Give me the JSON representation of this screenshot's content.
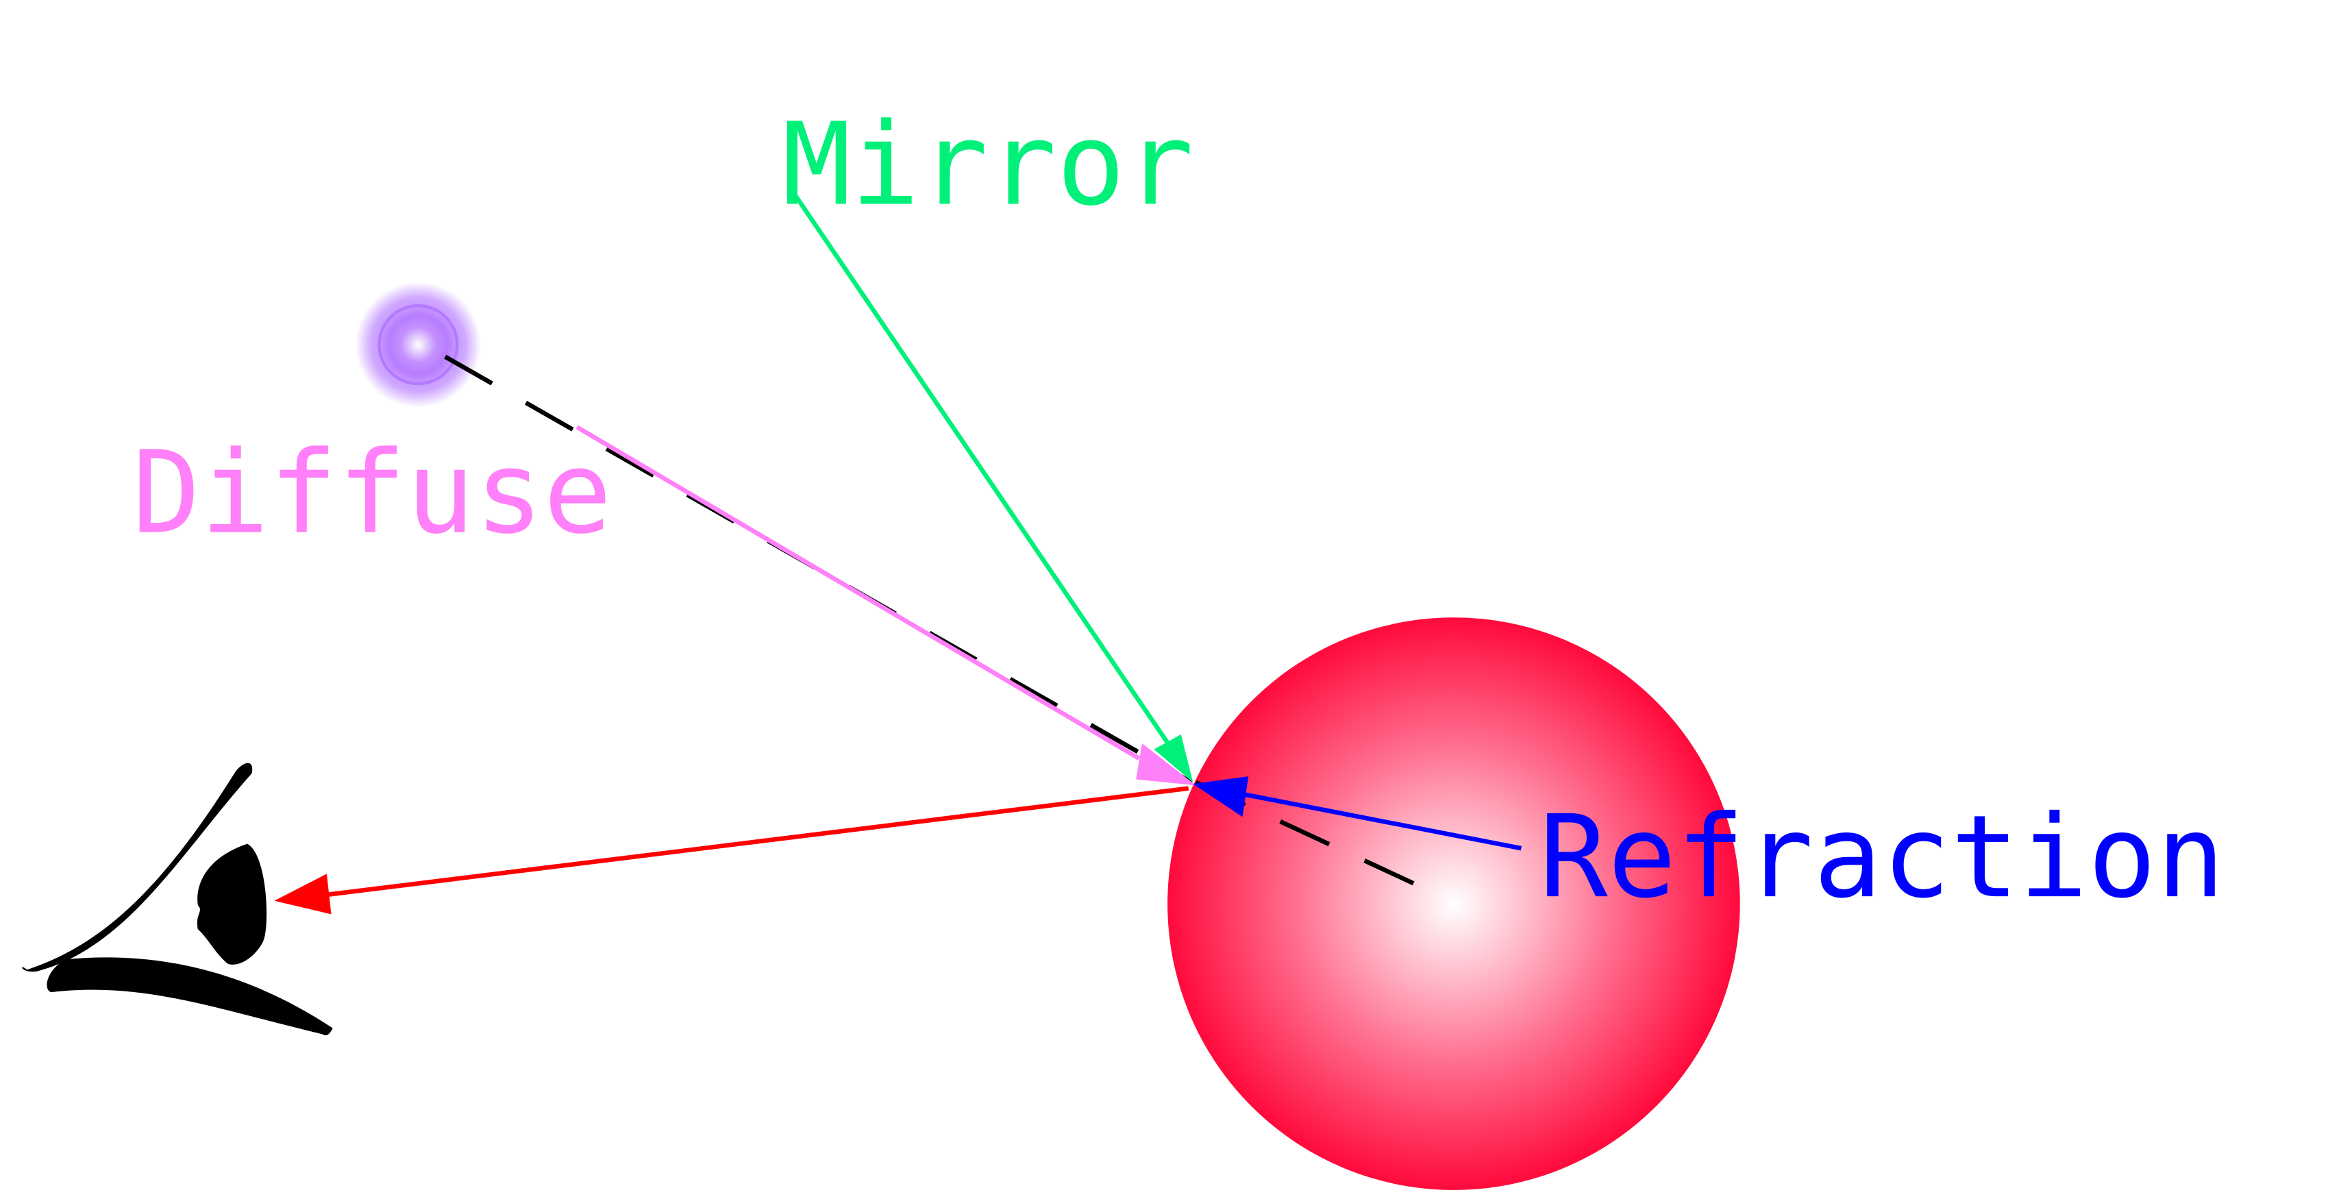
{
  "labels": {
    "mirror": "Mirror",
    "diffuse": "Diffuse",
    "refraction": "Refraction"
  },
  "colors": {
    "mirror": "#00f07a",
    "diffuse": "#ff80f8",
    "refraction": "#0000ff",
    "eye_ray": "#ff0000",
    "sphere": "#ff0a3c",
    "light": "#b070ff",
    "shadow_ray": "#000000",
    "eye": "#000000"
  },
  "icons": {
    "light": "light-source-icon",
    "eye": "eye-icon",
    "sphere": "sphere-object"
  }
}
